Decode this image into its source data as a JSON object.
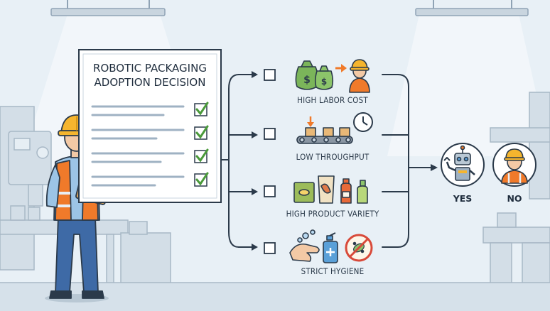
{
  "board": {
    "title_line1": "ROBOTIC PACKAGING",
    "title_line2": "ADOPTION DECISION"
  },
  "factors": [
    {
      "label": "HIGH LABOR COST",
      "icon": "money-bags-to-worker-icon"
    },
    {
      "label": "LOW THROUGHPUT",
      "icon": "conveyor-belt-clock-icon"
    },
    {
      "label": "HIGH PRODUCT VARIETY",
      "icon": "assorted-products-icon"
    },
    {
      "label": "STRICT HYGIENE",
      "icon": "handwash-no-germs-icon"
    }
  ],
  "outcomes": {
    "yes_label": "YES",
    "no_label": "NO"
  },
  "colors": {
    "background": "#e8f0f6",
    "outline": "#2b3a4a",
    "check_green": "#4a9a3a",
    "vest_orange": "#f07a2a",
    "hardhat_yellow": "#f5b52e"
  }
}
